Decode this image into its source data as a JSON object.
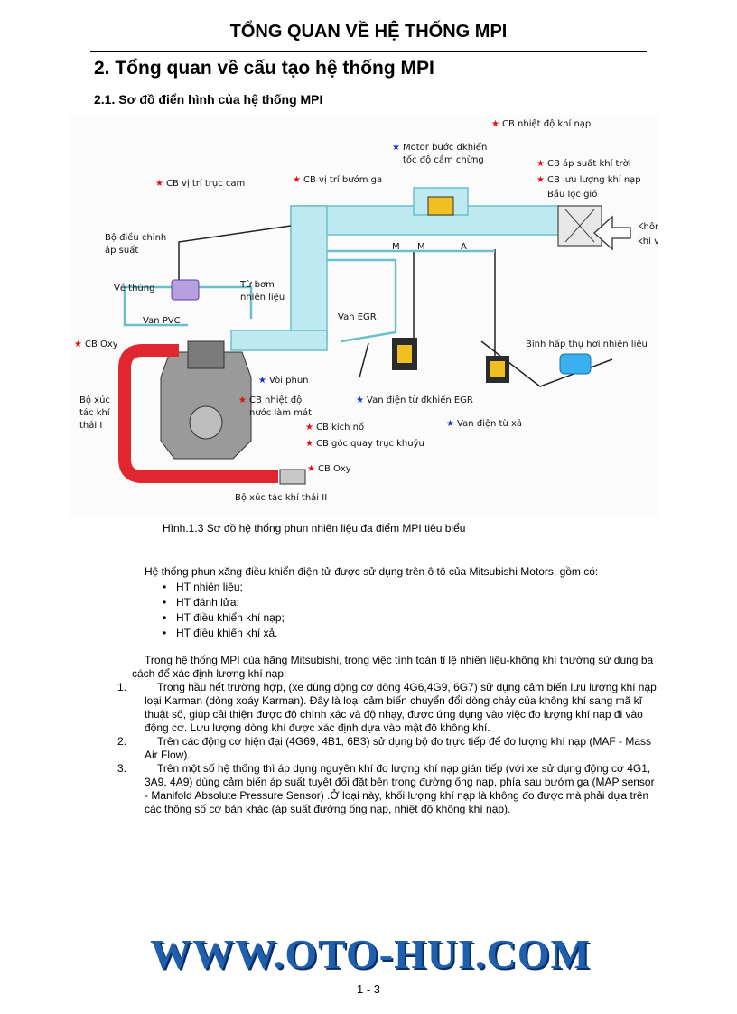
{
  "header": {
    "title": "TỔNG QUAN VỀ HỆ THỐNG MPI"
  },
  "section": {
    "heading": "2. Tổng quan về cấu tạo hệ thống MPI",
    "subheading": "2.1. Sơ đồ điển hình của hệ thống MPI"
  },
  "figure": {
    "labels": {
      "cb_nhiet_do_khi_nap": "CB nhiệt độ khí nạp",
      "motor_buoc_1": "Motor bước đkhiển",
      "motor_buoc_2": "tốc độ cầm chừng",
      "cb_ap_suat_khi_troi": "CB áp suất khí trời",
      "cb_luu_luong": "CB lưu lượng khí nạp",
      "bau_loc_gio": "Bầu lọc gió",
      "cb_vi_tri_truc_cam": "CB vị trí trục cam",
      "cb_vi_tri_buom_ga": "CB vị trí bướm ga",
      "khong_khi_1": "Không",
      "khong_khi_2": "khí vào",
      "bo_dieu_chinh_1": "Bộ điều chỉnh",
      "bo_dieu_chinh_2": "áp suất",
      "ve_thung": "Về thùng",
      "tu_bom_1": "Từ bơm",
      "tu_bom_2": "nhiên liệu",
      "van_pvc": "Van PVC",
      "van_egr": "Van EGR",
      "binh_hap_thu": "Bình hấp thụ hơi nhiên liệu",
      "cb_oxy_1": "CB Oxy",
      "voi_phun": "Vòi phun",
      "bo_xuc_tac_1a": "Bộ xúc",
      "bo_xuc_tac_1b": "tác khí",
      "bo_xuc_tac_1c": "thải I",
      "cb_nhiet_do_nuoc_1": "CB nhiệt độ",
      "cb_nhiet_do_nuoc_2": "nước làm mát",
      "van_dien_tu_egr": "Van điện từ đkhiển EGR",
      "van_dien_tu_xa": "Van điện từ xả",
      "cb_kich_no": "CB kích nổ",
      "cb_goc_quay": "CB góc quay trục khuỷu",
      "cb_oxy_2": "CB Oxy",
      "bo_xuc_tac_2": "Bộ xúc tác khí thải II",
      "port_m1": "M",
      "port_m2": "M",
      "port_a": "A"
    },
    "caption": "Hình.1.3 Sơ đồ hệ thống phun nhiên liệu đa điểm MPI tiêu biểu"
  },
  "intro": "Hệ thống phun xăng điều khiển điện tử được sử dụng trên ô tô của Mitsubishi Motors, gồm có:",
  "bullets": [
    "HT nhiên liệu;",
    "HT đánh lửa;",
    "HT điều khiển khí nạp;",
    "HT điều khiển khí xả."
  ],
  "paragraph": "Trong hệ thống MPI của hãng Mitsubishi, trong việc tính toán tỉ lệ nhiên liệu-không khí thường sử dụng ba cách để xác định lượng khí nạp:",
  "numbered": [
    {
      "num": "1.",
      "text": "Trong hầu hết trường hợp, (xe dùng động cơ dòng 4G6,4G9, 6G7) sử dụng cảm biến lưu lượng khí nạp loại Karman (dòng xoáy Karman). Đây là loại cảm biến chuyển đổi dòng chảy của không khí sang mã kĩ thuật số, giúp cải thiện được độ chính xác và độ nhạy, được ứng dụng vào việc đo lượng khí nạp đi vào động cơ. Lưu lượng dòng khí được xác định dựa vào mật độ không khí."
    },
    {
      "num": "2.",
      "text": "Trên các động cơ hiện đại (4G69, 4B1, 6B3) sử dụng bộ đo trực tiếp để đo lượng khí nạp (MAF - Mass Air Flow)."
    },
    {
      "num": "3.",
      "text": "Trên một số hệ thống thì áp dụng nguyên khí đo lượng khí nạp gián tiếp (với xe sử dụng động cơ 4G1, 3A9, 4A9) dùng cảm biến áp suất tuyệt đối đặt bên trong đường ống nạp, phía sau bướm ga (MAP sensor - Manifold Absolute Pressure Sensor) .Ở loại này, khối lượng khí nạp là không đo được mà phải dựa trên các thông số cơ bản khác (áp suất đường ống nạp, nhiệt độ không khí nạp)."
    }
  ],
  "footer": {
    "watermark": "WWW.OTO-HUI.COM",
    "page_number": "1 - 3"
  }
}
